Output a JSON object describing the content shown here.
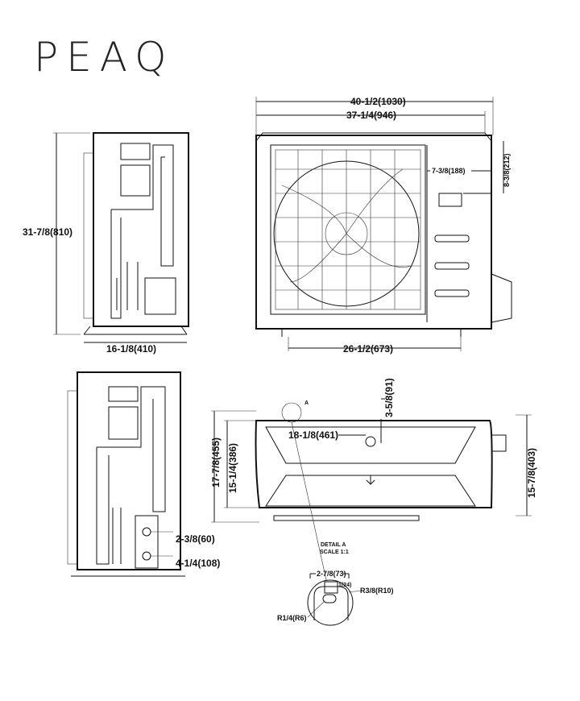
{
  "logo": {
    "text": "PEAQ"
  },
  "side_view_top": {
    "height": "31-7/8(810)",
    "depth": "16-1/8(410)"
  },
  "front_view": {
    "overall_width": "40-1/2(1030)",
    "body_width": "37-1/4(946)",
    "panel_offset": "7-3/8(188)",
    "top_offset": "8-3/8(212)",
    "feet_spacing": "26-1/2(673)"
  },
  "side_view_bottom": {
    "valve_height_1": "2-3/8(60)",
    "valve_height_2": "4-1/4(108)"
  },
  "top_view": {
    "depth_overall": "17-7/8(455)",
    "depth_body": "15-1/4(386)",
    "depth_right": "15-7/8(403)",
    "offset_depth": "3-5/8(91)",
    "hole_offset": "18-1/8(461)",
    "detail_marker": "A"
  },
  "detail": {
    "title": "DETAIL A",
    "scale": "SCALE 1:1",
    "width": "2-7/8(73)",
    "slot": "1(24)",
    "outer_radius": "R3/8(R10)",
    "inner_radius": "R1/4(R6)"
  }
}
